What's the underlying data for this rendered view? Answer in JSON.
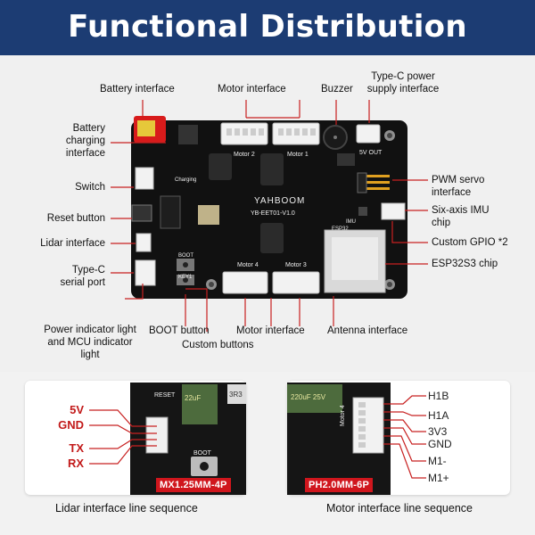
{
  "title": "Functional Distribution",
  "board": {
    "brand": "YAHBOOM",
    "model": "YB-EET01-V1.0",
    "silk": {
      "motor1": "Motor 1",
      "motor2": "Motor 2",
      "motor3": "Motor 3",
      "motor4": "Motor 4",
      "five_v_out": "5V OUT",
      "boot": "BOOT",
      "key1": "KEY1",
      "esp32": "ESP32",
      "charging": "Charging",
      "imu": "IMU"
    }
  },
  "labels": {
    "battery_interface": "Battery interface",
    "motor_interface_top": "Motor interface",
    "buzzer": "Buzzer",
    "typec_power": [
      "Type-C power",
      "supply interface"
    ],
    "battery_charging": [
      "Battery",
      "charging",
      "interface"
    ],
    "switch": "Switch",
    "reset_button": "Reset button",
    "lidar_interface": "Lidar interface",
    "typec_serial": [
      "Type-C",
      "serial port"
    ],
    "power_indicator": [
      "Power indicator light",
      "and MCU indicator",
      "light"
    ],
    "boot_button": "BOOT button",
    "custom_buttons": "Custom buttons",
    "motor_interface_bottom": "Motor interface",
    "antenna_interface": "Antenna interface",
    "pwm_servo": [
      "PWM servo",
      "interface"
    ],
    "imu_chip": [
      "Six-axis IMU",
      "chip"
    ],
    "custom_gpio": "Custom GPIO *2",
    "esp32s3": "ESP32S3 chip"
  },
  "lidar_panel": {
    "pins": [
      "5V",
      "GND",
      "TX",
      "RX"
    ],
    "connector_tag": "MX1.25MM-4P",
    "caption": "Lidar interface line sequence",
    "silk": {
      "reset": "RESET",
      "cap": "22uF",
      "r3": "3R3",
      "boot": "BOOT"
    }
  },
  "motor_panel": {
    "pins": [
      "H1B",
      "H1A",
      "3V3",
      "GND",
      "M1-",
      "M1+"
    ],
    "connector_tag": "PH2.0MM-6P",
    "caption": "Motor interface line sequence",
    "silk": {
      "cap": "220uF 25V",
      "motor": "Motor 4"
    }
  },
  "colors": {
    "banner": "#1c3c73",
    "accent_red": "#d0161d",
    "board": "#0f0f0f"
  }
}
